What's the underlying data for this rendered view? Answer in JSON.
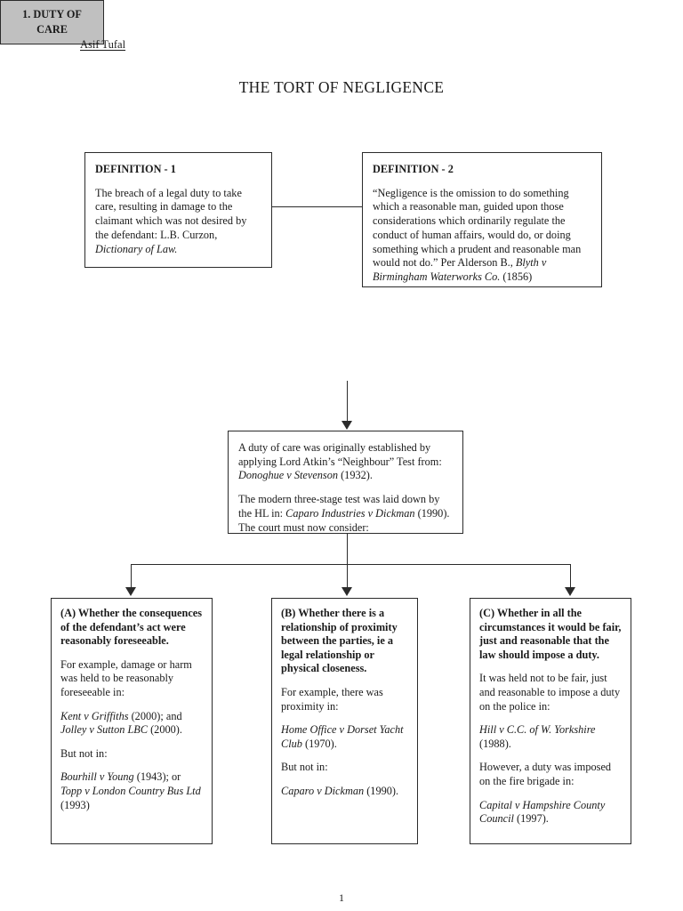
{
  "header": {
    "author": "Asif Tufal",
    "title": "THE TORT OF NEGLIGENCE"
  },
  "definition_1": {
    "heading": "DEFINITION - 1",
    "body": "The breach of a legal duty to take care, resulting in damage to the claimant which was not desired by the defendant: L.B. Curzon, ",
    "citation": "Dictionary of Law."
  },
  "definition_2": {
    "heading": "DEFINITION - 2",
    "body": "“Negligence is the omission to do something which a reasonable man, guided upon those considerations which ordinarily regulate the conduct of human affairs, would do, or doing something which a prudent and reasonable man would not do.” Per Alderson B., ",
    "case": "Blyth v Birmingham Waterworks Co.",
    "year": " (1856)"
  },
  "duty_of_care": {
    "label": "1. DUTY OF CARE"
  },
  "caparo_test": {
    "para1_lead": "A duty of care was originally established by applying Lord Atkin’s “Neighbour” Test from: ",
    "para1_case": "Donoghue v Stevenson",
    "para1_tail": " (1932).",
    "para2_lead": "The modern three-stage test was laid down by the HL in: ",
    "para2_case": "Caparo Industries v Dickman",
    "para2_tail": " (1990).  The court must now consider:"
  },
  "factors": [
    {
      "heading": "(A) Whether the consequences of the defendant’s act were reasonably foreseeable.",
      "example_lead": "For example, damage or harm was held to be reasonably foreseeable in:",
      "cases_for": [
        {
          "name": "Kent v Griffiths",
          "tail": " (2000); and"
        },
        {
          "name": "Jolley v Sutton LBC",
          "tail": " (2000)."
        }
      ],
      "but_not_in": "But not in:",
      "cases_against": [
        {
          "name": "Bourhill v Young",
          "tail": " (1943); or"
        },
        {
          "name": "Topp v London Country Bus Ltd",
          "tail": " (1993)"
        }
      ]
    },
    {
      "heading": "(B) Whether there is a relationship of proximity between the parties, ie a legal relationship or physical closeness.",
      "example_lead": "For example, there was proximity in:",
      "cases_for": [
        {
          "name": "Home Office v Dorset Yacht Club",
          "tail": " (1970)."
        }
      ],
      "but_not_in": "But not in:",
      "cases_against": [
        {
          "name": "Caparo v Dickman",
          "tail": " (1990)."
        }
      ]
    },
    {
      "heading": "(C) Whether in all the circumstances it would be fair, just and reasonable that the law should impose a duty.",
      "example_lead": "It was held not to be fair, just and reasonable to impose a duty on the police in:",
      "cases_for": [
        {
          "name": "Hill v C.C. of W. Yorkshire",
          "tail": " (1988)."
        }
      ],
      "but_not_in": "However, a duty was imposed on the fire brigade in:",
      "cases_against": [
        {
          "name": "Capital v Hampshire County Council",
          "tail": " (1997)."
        }
      ]
    }
  ],
  "footer": {
    "page_number": "1"
  },
  "colors": {
    "ink": "#2b2b2b",
    "duty_box_fill": "#c0c0c0",
    "page_background": "#ffffff"
  }
}
